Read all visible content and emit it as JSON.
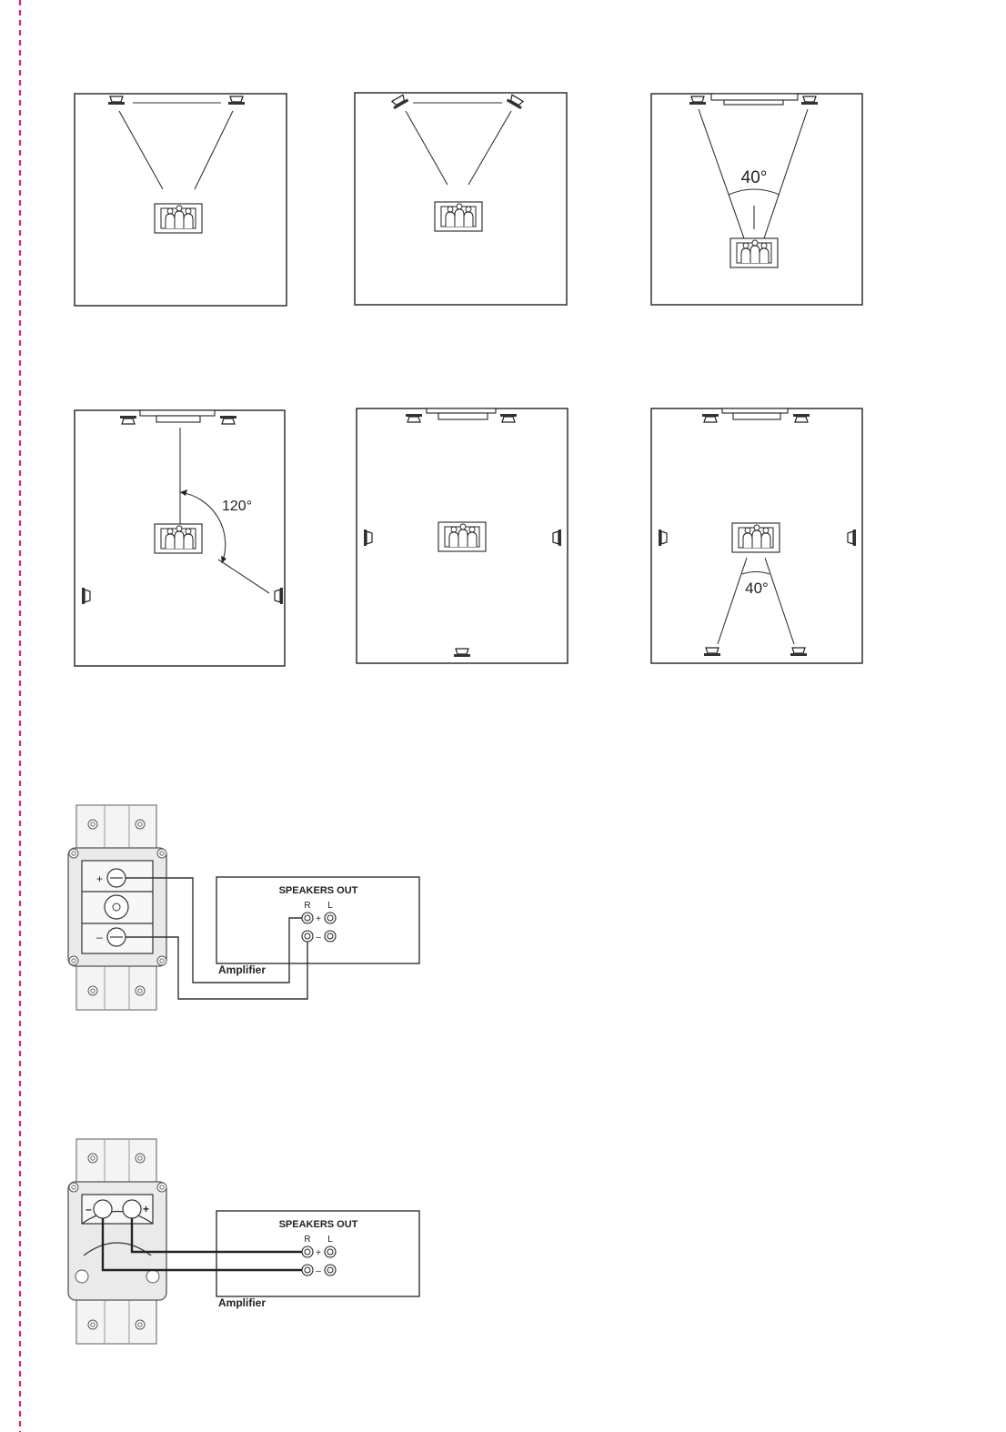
{
  "colors": {
    "margin_line": "#e0207a",
    "ink": "#222222"
  },
  "diagrams": {
    "angle_front": "40°",
    "angle_surround": "120°",
    "angle_rear": "40°"
  },
  "wiring_1": {
    "amp_title": "SPEAKERS OUT",
    "ch_r": "R",
    "ch_l": "L",
    "plus": "+",
    "minus": "–",
    "amp_label": "Amplifier"
  },
  "wiring_2": {
    "amp_title": "SPEAKERS OUT",
    "ch_r": "R",
    "ch_l": "L",
    "plus": "+",
    "minus": "–",
    "amp_label": "Amplifier"
  }
}
